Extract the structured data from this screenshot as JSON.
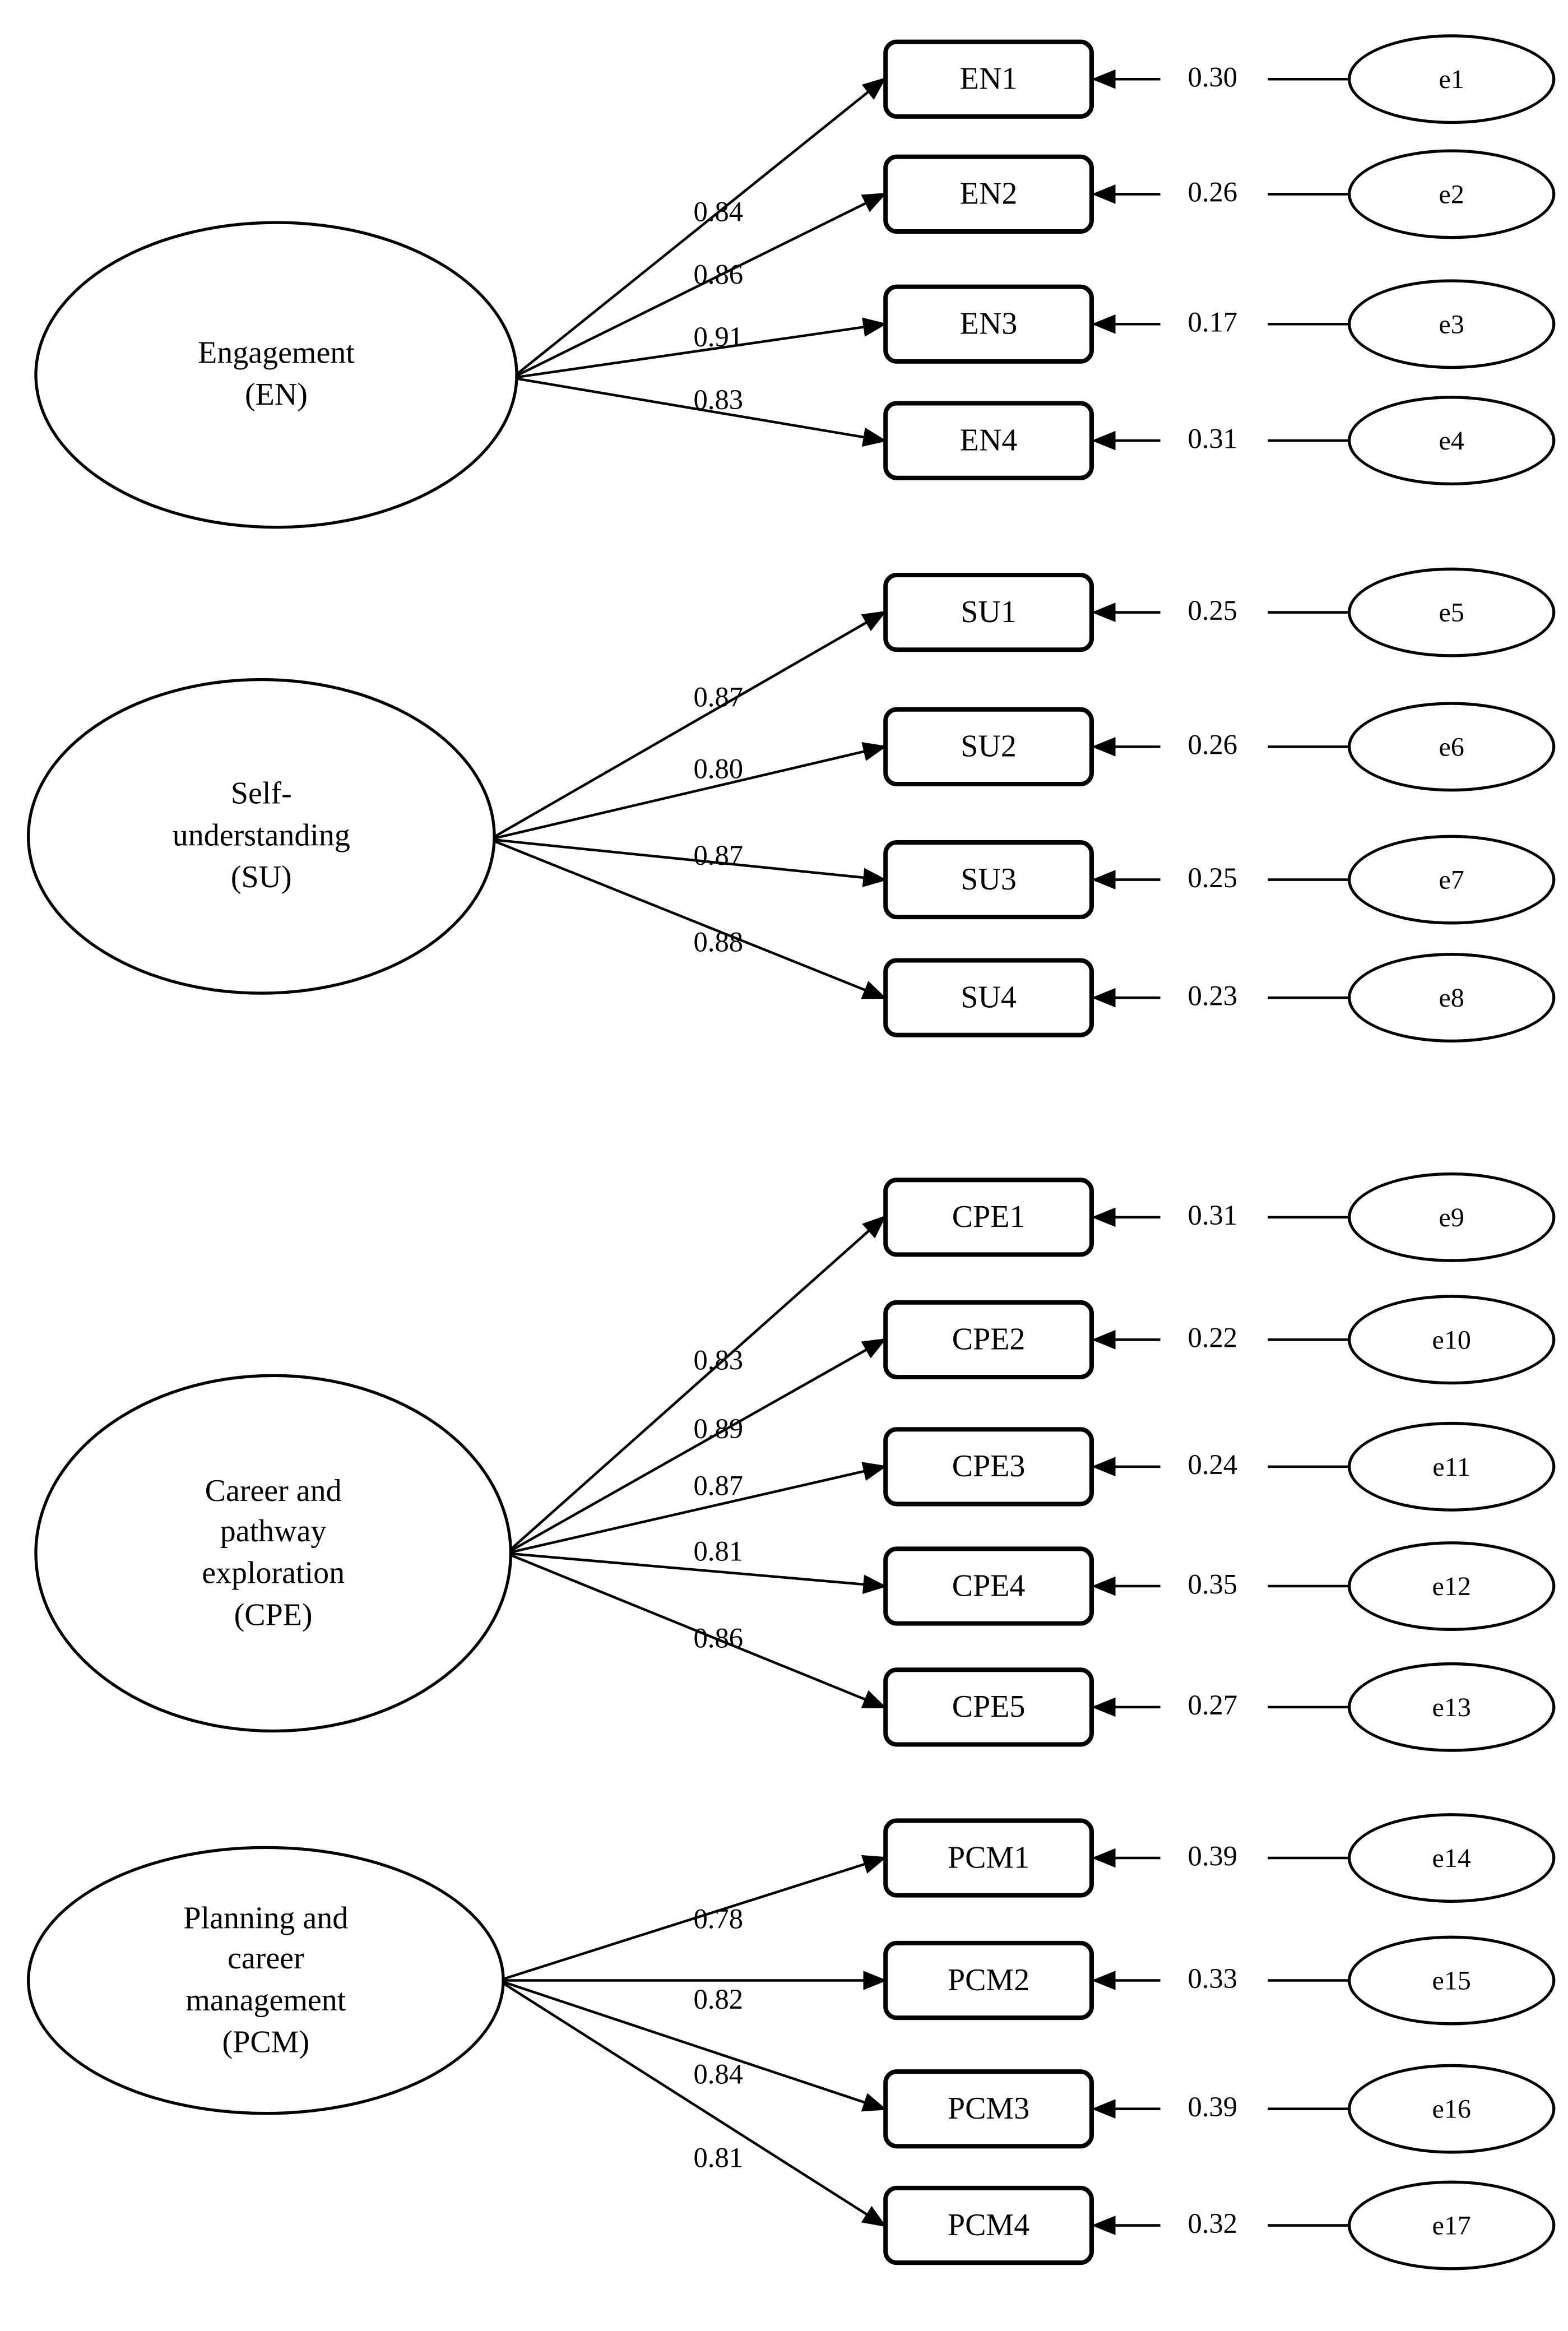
{
  "diagram": {
    "kind": "confirmatory-factor-analysis-path-diagram",
    "colors": {
      "stroke": "#000000",
      "background": "#ffffff"
    },
    "factors": [
      {
        "id": "EN",
        "label": "Engagement\n(EN)",
        "indicators": [
          {
            "name": "EN1",
            "loading": "0.84",
            "error_variance": "0.30",
            "error_term": "e1"
          },
          {
            "name": "EN2",
            "loading": "0.86",
            "error_variance": "0.26",
            "error_term": "e2"
          },
          {
            "name": "EN3",
            "loading": "0.91",
            "error_variance": "0.17",
            "error_term": "e3"
          },
          {
            "name": "EN4",
            "loading": "0.83",
            "error_variance": "0.31",
            "error_term": "e4"
          }
        ]
      },
      {
        "id": "SU",
        "label": "Self-\nunderstanding\n(SU)",
        "indicators": [
          {
            "name": "SU1",
            "loading": "0.87",
            "error_variance": "0.25",
            "error_term": "e5"
          },
          {
            "name": "SU2",
            "loading": "0.80",
            "error_variance": "0.26",
            "error_term": "e6"
          },
          {
            "name": "SU3",
            "loading": "0.87",
            "error_variance": "0.25",
            "error_term": "e7"
          },
          {
            "name": "SU4",
            "loading": "0.88",
            "error_variance": "0.23",
            "error_term": "e8"
          }
        ]
      },
      {
        "id": "CPE",
        "label": "Career and\npathway\nexploration\n(CPE)",
        "indicators": [
          {
            "name": "CPE1",
            "loading": "0.83",
            "error_variance": "0.31",
            "error_term": "e9"
          },
          {
            "name": "CPE2",
            "loading": "0.89",
            "error_variance": "0.22",
            "error_term": "e10"
          },
          {
            "name": "CPE3",
            "loading": "0.87",
            "error_variance": "0.24",
            "error_term": "e11"
          },
          {
            "name": "CPE4",
            "loading": "0.81",
            "error_variance": "0.35",
            "error_term": "e12"
          },
          {
            "name": "CPE5",
            "loading": "0.86",
            "error_variance": "0.27",
            "error_term": "e13"
          }
        ]
      },
      {
        "id": "PCM",
        "label": "Planning and\ncareer\nmanagement\n(PCM)",
        "indicators": [
          {
            "name": "PCM1",
            "loading": "0.78",
            "error_variance": "0.39",
            "error_term": "e14"
          },
          {
            "name": "PCM2",
            "loading": "0.82",
            "error_variance": "0.33",
            "error_term": "e15"
          },
          {
            "name": "PCM3",
            "loading": "0.84",
            "error_variance": "0.39",
            "error_term": "e16"
          },
          {
            "name": "PCM4",
            "loading": "0.81",
            "error_variance": "0.32",
            "error_term": "e17"
          }
        ]
      }
    ]
  }
}
